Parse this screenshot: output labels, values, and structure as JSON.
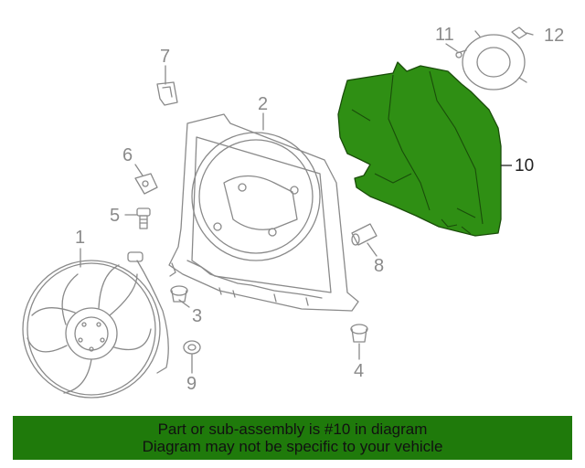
{
  "callouts": {
    "c1": "1",
    "c2": "2",
    "c3": "3",
    "c4": "4",
    "c5": "5",
    "c6": "6",
    "c7": "7",
    "c8": "8",
    "c9": "9",
    "c10": "10",
    "c11": "11",
    "c12": "12"
  },
  "banner": {
    "line1": "Part or sub-assembly is #10 in diagram",
    "line2": "Diagram may not be specific to your vehicle"
  },
  "colors": {
    "highlight_part": "#2f8f14",
    "banner_bg": "#1f7a0b",
    "line_art": "#8a8a8a"
  }
}
